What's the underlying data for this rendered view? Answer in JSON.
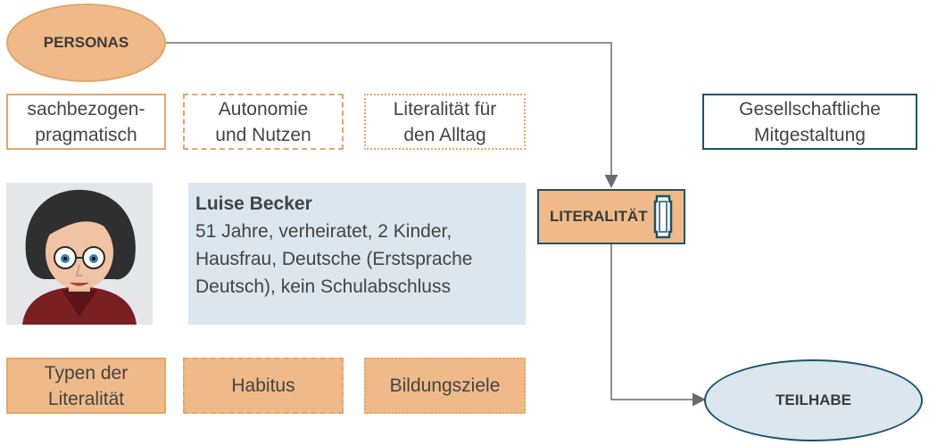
{
  "personas_label": "PERSONAS",
  "top_boxes": {
    "sachbezogen": "sachbezogen-\npragmatisch",
    "autonomie": "Autonomie\nund Nutzen",
    "literalitaet_alltag": "Literalität für\nden Alltag"
  },
  "gesellschaft": "Gesellschaftliche\nMitgestaltung",
  "persona": {
    "name": "Luise Becker",
    "description": "51 Jahre, verheiratet, 2 Kinder, Hausfrau, Deutsche (Erstsprache Deutsch), kein Schulabschluss"
  },
  "literalitaet_label": "LITERALITÄT",
  "bottom_boxes": {
    "typen": "Typen der\nLiteralität",
    "habitus": "Habitus",
    "bildungsziele": "Bildungsziele"
  },
  "teilhabe_label": "TEILHABE",
  "colors": {
    "orange_fill": "#efb989",
    "orange_border": "#e2a66a",
    "teal_border": "#1d5368",
    "blue_fill": "#dbe6ef",
    "line_gray": "#6b6b6b"
  }
}
